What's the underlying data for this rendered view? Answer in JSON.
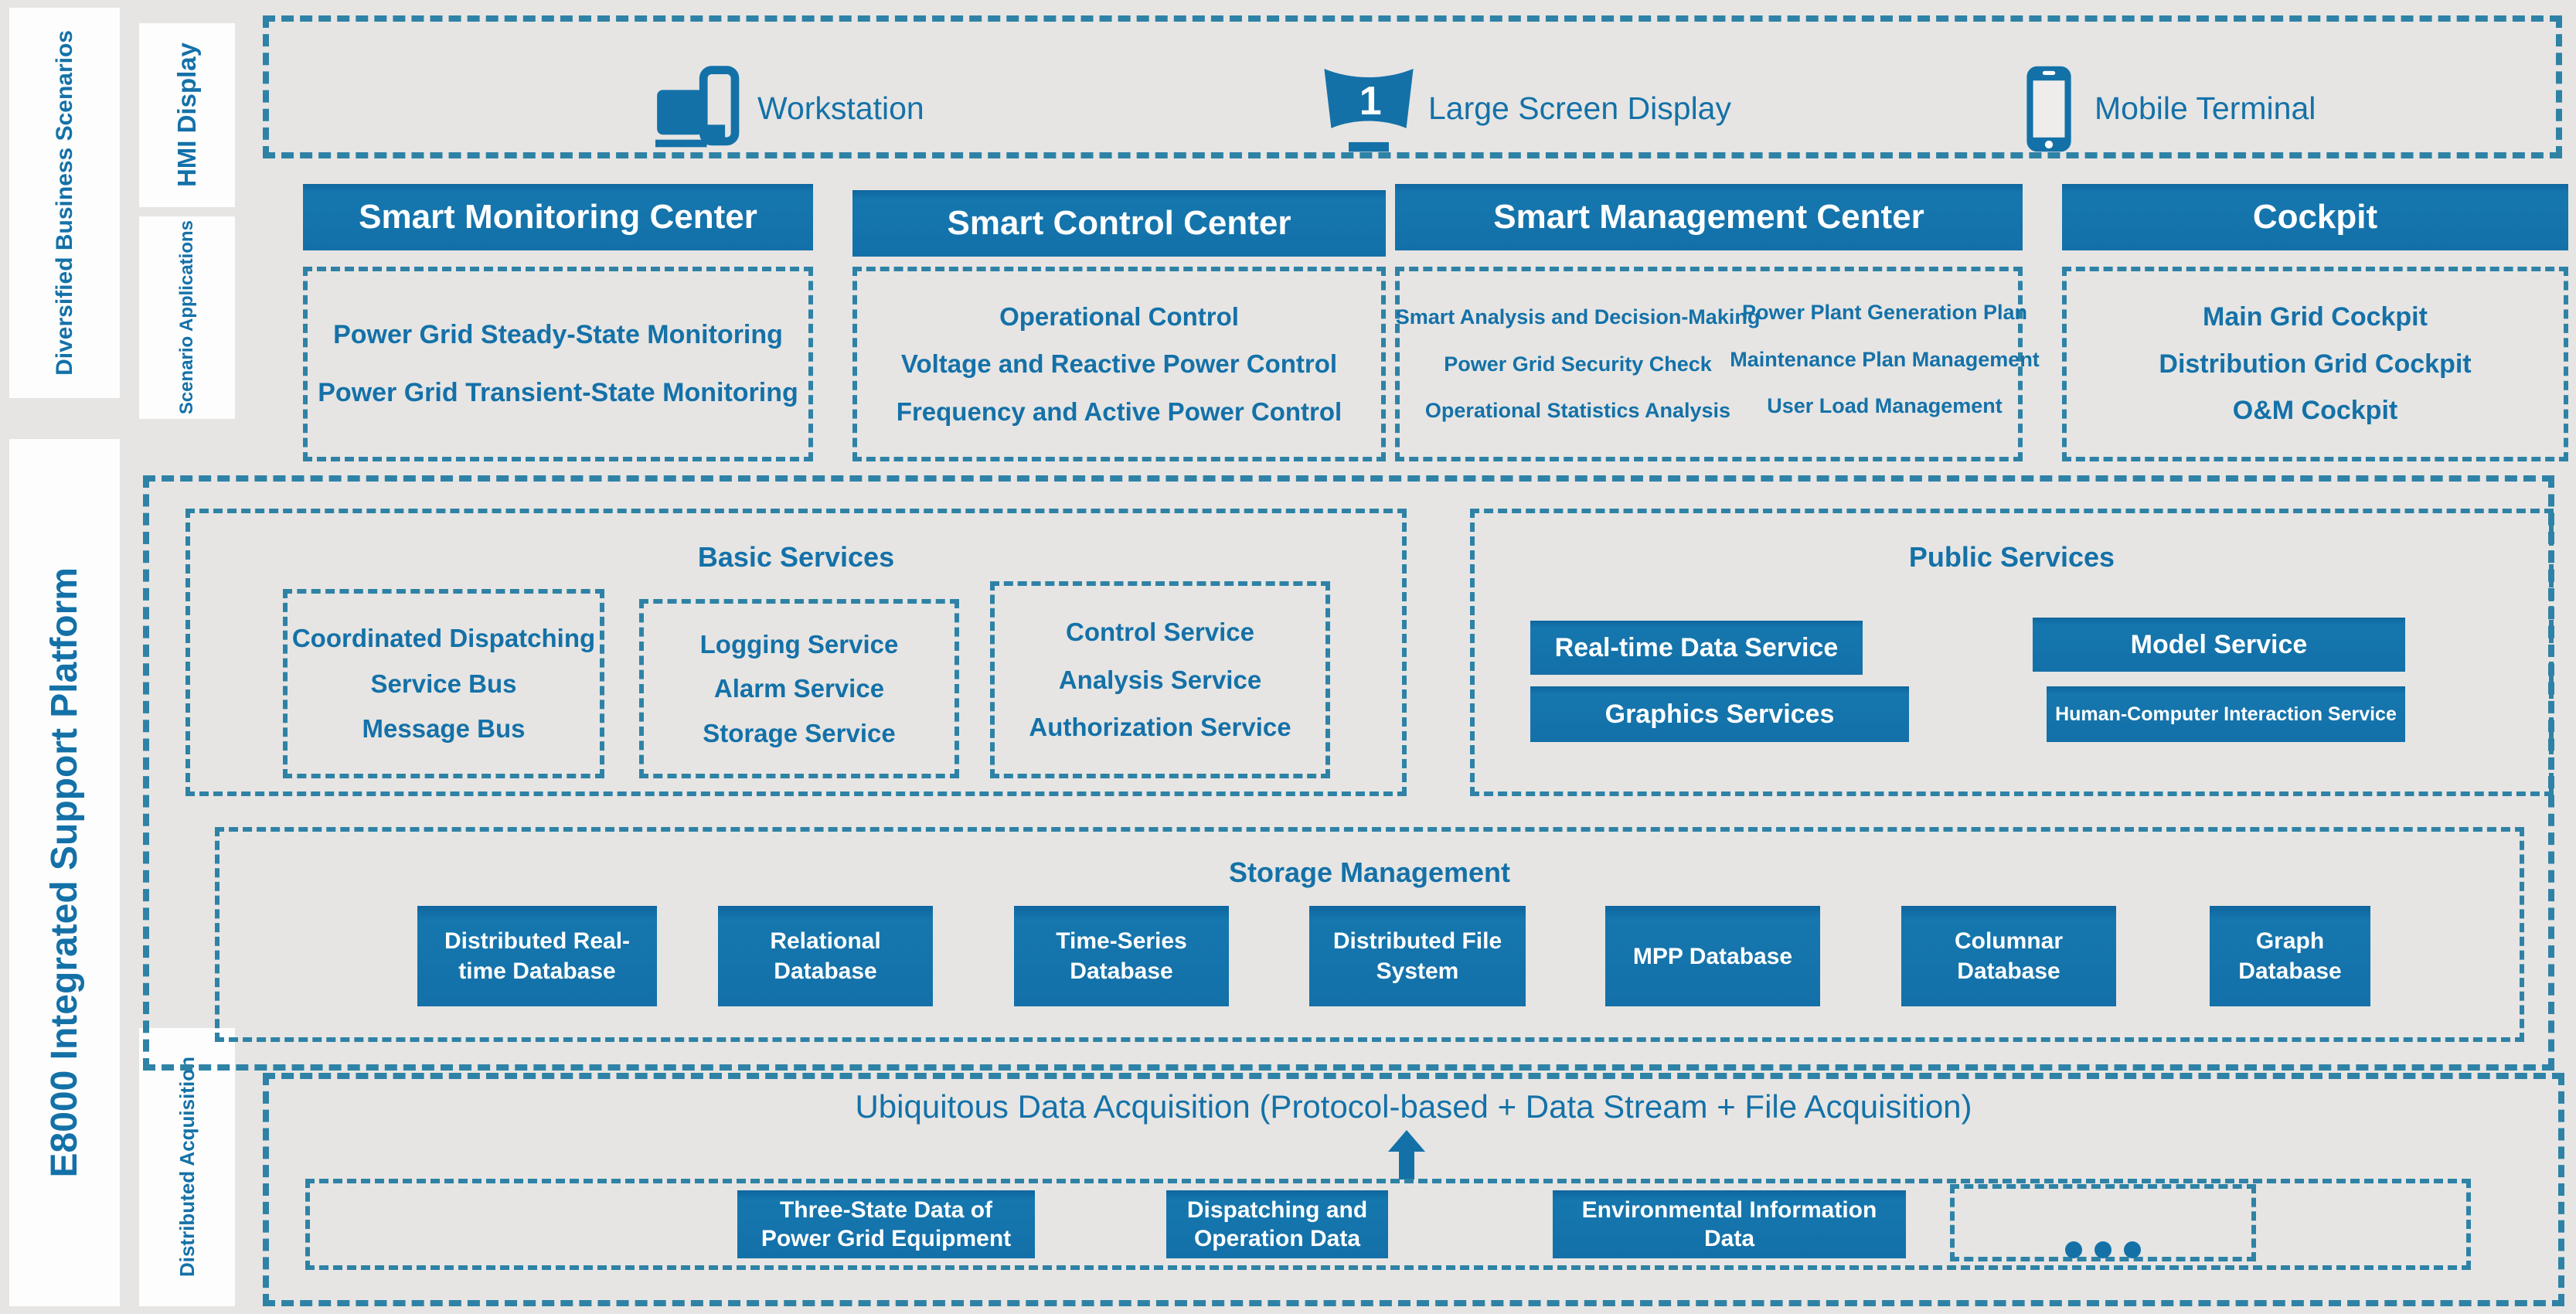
{
  "palette": {
    "blue": "#1471a8",
    "dash_border": "#2e82a6",
    "background": "#e6e5e3"
  },
  "sidebar": {
    "diversified": "Diversified Business Scenarios",
    "platform": "E8000 Integrated Support Platform",
    "hmi": "HMI Display",
    "scenario": "Scenario Applications",
    "acquisition": "Distributed Acquisition"
  },
  "hmi_row": {
    "devices": [
      {
        "icon": "workstation-icon",
        "label": "Workstation"
      },
      {
        "icon": "large-screen-icon",
        "label": "Large Screen Display",
        "badge": "1"
      },
      {
        "icon": "mobile-terminal-icon",
        "label": "Mobile Terminal"
      }
    ]
  },
  "centers": [
    {
      "title": "Smart Monitoring Center",
      "items": [
        "Power Grid Steady-State Monitoring",
        "Power Grid Transient-State Monitoring"
      ]
    },
    {
      "title": "Smart Control Center",
      "items": [
        "Operational Control",
        "Voltage and Reactive Power Control",
        "Frequency and Active Power Control"
      ]
    },
    {
      "title": "Smart Management Center",
      "cols": [
        [
          "Smart Analysis and Decision-Making",
          "Power Grid Security Check",
          "Operational Statistics Analysis"
        ],
        [
          "Power Plant Generation Plan",
          "Maintenance Plan Management",
          "User Load Management"
        ]
      ]
    },
    {
      "title": "Cockpit",
      "items": [
        "Main Grid Cockpit",
        "Distribution Grid Cockpit",
        "O&M Cockpit"
      ]
    }
  ],
  "platform_box": {
    "basic": {
      "title": "Basic Services",
      "groups": [
        [
          "Coordinated Dispatching",
          "Service Bus",
          "Message Bus"
        ],
        [
          "Logging Service",
          "Alarm Service",
          "Storage Service"
        ],
        [
          "Control Service",
          "Analysis Service",
          "Authorization Service"
        ]
      ]
    },
    "public": {
      "title": "Public Services",
      "buttons": [
        "Real-time Data Service",
        "Model Service",
        "Graphics Services",
        "Human-Computer Interaction Service"
      ]
    },
    "storage": {
      "title": "Storage Management",
      "databases": [
        "Distributed Real-time Database",
        "Relational Database",
        "Time-Series Database",
        "Distributed File System",
        "MPP Database",
        "Columnar Database",
        "Graph Database"
      ]
    }
  },
  "acquisition_box": {
    "title": "Ubiquitous Data Acquisition (Protocol-based + Data Stream + File Acquisition)",
    "sources": [
      "Three-State Data of Power Grid Equipment",
      "Dispatching and Operation Data",
      "Environmental Information Data"
    ]
  }
}
